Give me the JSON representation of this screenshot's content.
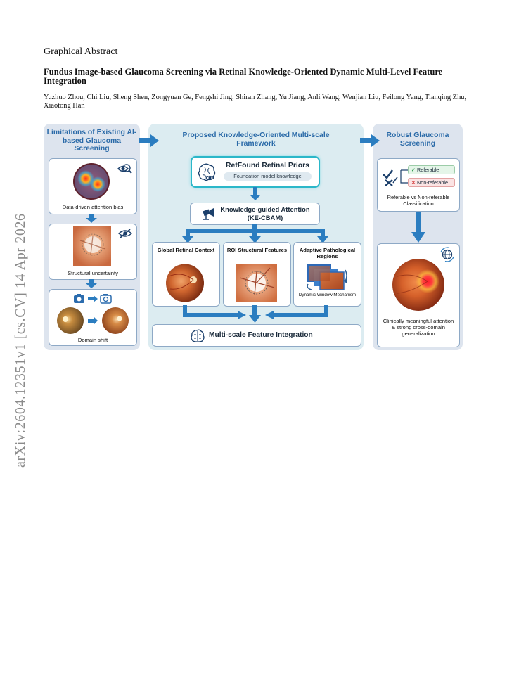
{
  "arxiv_id": "arXiv:2604.12351v1  [cs.CV]  14 Apr 2026",
  "section_label": "Graphical Abstract",
  "title": "Fundus Image-based Glaucoma Screening via Retinal Knowledge-Oriented Dynamic Multi-Level Feature Integration",
  "authors": "Yuzhuo Zhou, Chi Liu, Sheng Shen, Zongyuan Ge, Fengshi Jing, Shiran Zhang, Yu Jiang, Anli Wang, Wenjian Liu, Feilong Yang, Tianqing Zhu, Xiaotong Han",
  "figure": {
    "left": {
      "title": "Limitations of Existing AI-based Glaucoma Screening",
      "items": [
        "Data-driven attention bias",
        "Structural uncertainty",
        "Domain shift"
      ]
    },
    "middle": {
      "title": "Proposed Knowledge-Oriented Multi-scale Framework",
      "priors_title": "RetFound Retinal Priors",
      "priors_sub": "Foundation model knowledge",
      "attention_title": "Knowledge-guided Attention",
      "attention_sub": "(KE-CBAM)",
      "branches": [
        "Global Retinal Context",
        "ROI Structural Features",
        "Adaptive Pathological Regions"
      ],
      "window_label": "Dynamic Window Mechanism",
      "integration": "Multi-scale Feature Integration"
    },
    "right": {
      "title": "Robust Glaucoma Screening",
      "referable": "Referable",
      "non_referable": "Non-referable",
      "classification": "Referable vs Non-referable Classification",
      "outcome": "Clinically meaningful attention & strong cross-domain generalization"
    },
    "colors": {
      "accent": "#2a6aa8",
      "arrow": "#2b7dc0",
      "highlight": "#2bb7c9",
      "ok": "#2e9b4e",
      "bad": "#d43b3b"
    }
  }
}
